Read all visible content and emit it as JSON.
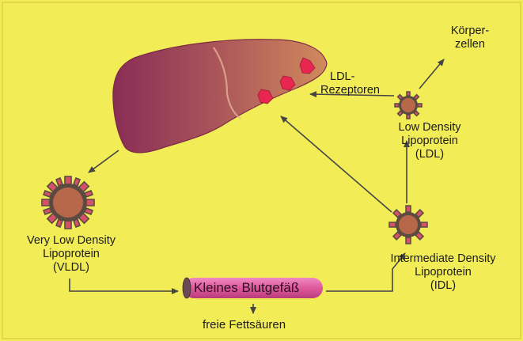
{
  "labels": {
    "koerper_line1": "Körper-",
    "koerper_line2": "zellen",
    "ldl_rez_line1": "LDL-",
    "ldl_rez_line2": "Rezeptoren",
    "ldl_line1": "Low Density",
    "ldl_line2": "Lipoprotein",
    "ldl_line3": "(LDL)",
    "vldl_line1": "Very Low Density",
    "vldl_line2": "Lipoprotein",
    "vldl_line3": "(VLDL)",
    "idl_line1": "Intermediate Density",
    "idl_line2": "Lipoprotein",
    "idl_line3": "(IDL)",
    "vessel": "Kleines Blutgefäß",
    "fatty_acids": "freie Fettsäuren"
  },
  "colors": {
    "background": "#f2ec57",
    "liver_dark": "#8c2f55",
    "liver_light": "#cf845a",
    "receptor": "#e8264f",
    "lipoprotein_core": "#b8684a",
    "lipoprotein_ring": "#5a4a40",
    "lipoprotein_spike": "#d4516a",
    "vessel": "#e0589e",
    "arrow": "#444444"
  }
}
